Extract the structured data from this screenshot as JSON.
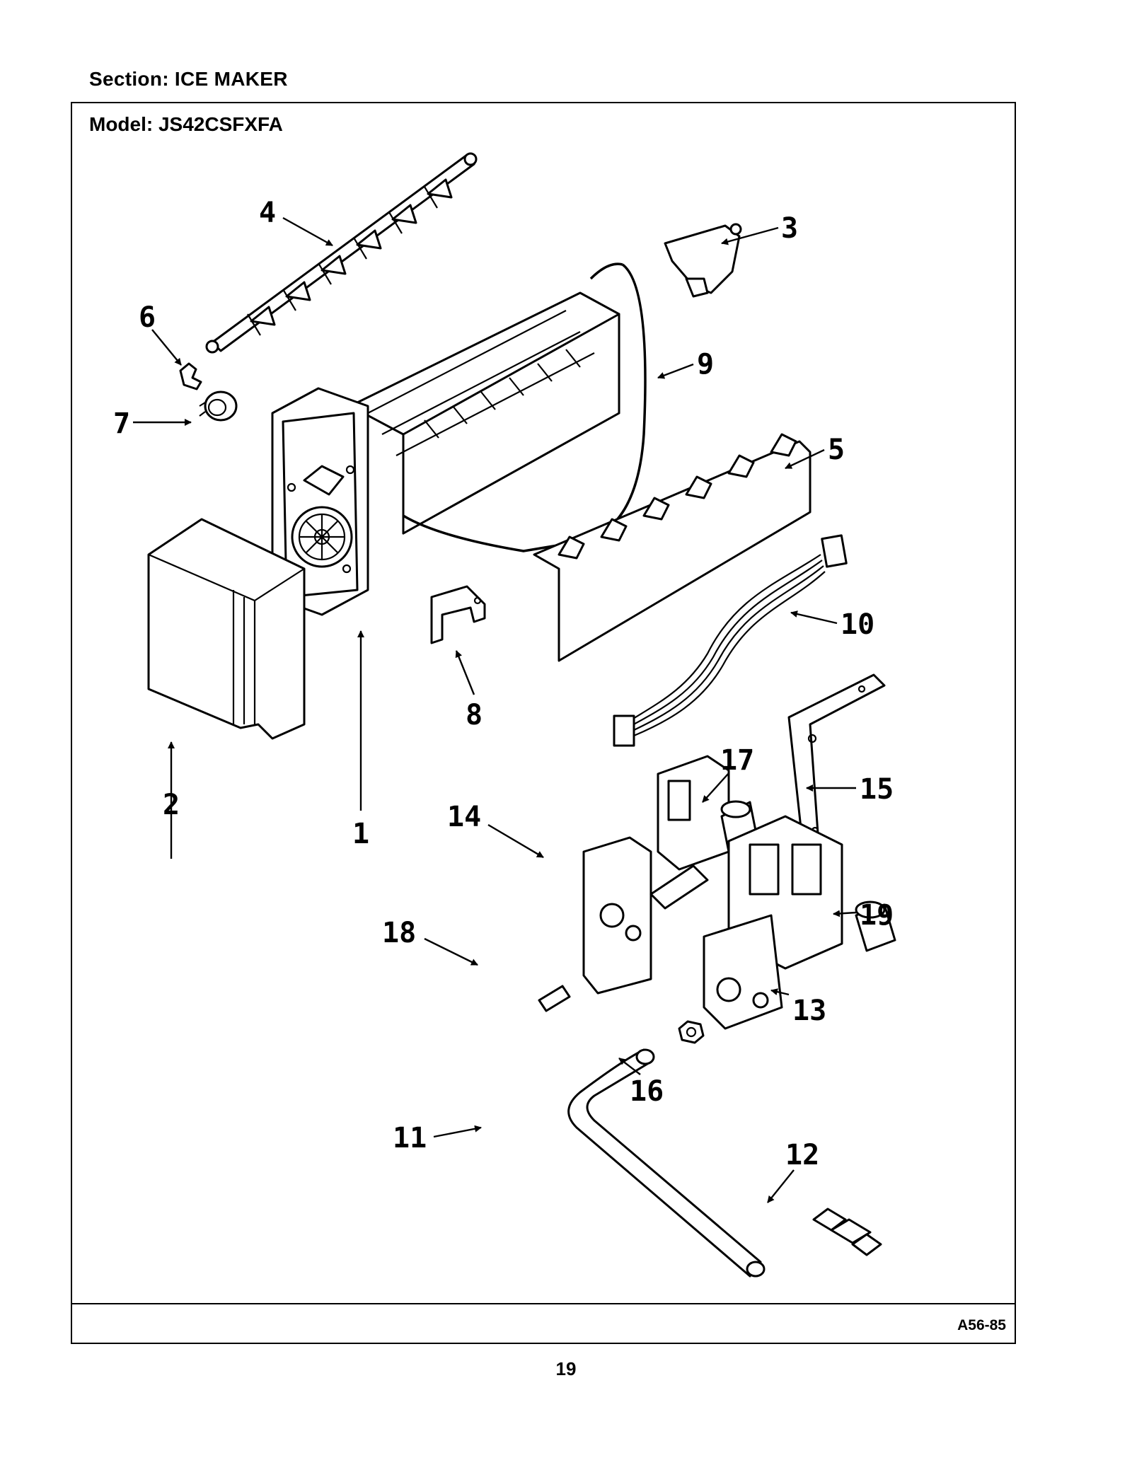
{
  "header": {
    "section": "Section:  ICE MAKER"
  },
  "frame": {
    "model": "Model:  JS42CSFXFA",
    "drawing_code": "A56-85"
  },
  "page": {
    "number": "19"
  },
  "callouts": [
    "1",
    "2",
    "3",
    "4",
    "5",
    "6",
    "7",
    "8",
    "9",
    "10",
    "11",
    "12",
    "13",
    "14",
    "15",
    "16",
    "17",
    "18",
    "19"
  ]
}
